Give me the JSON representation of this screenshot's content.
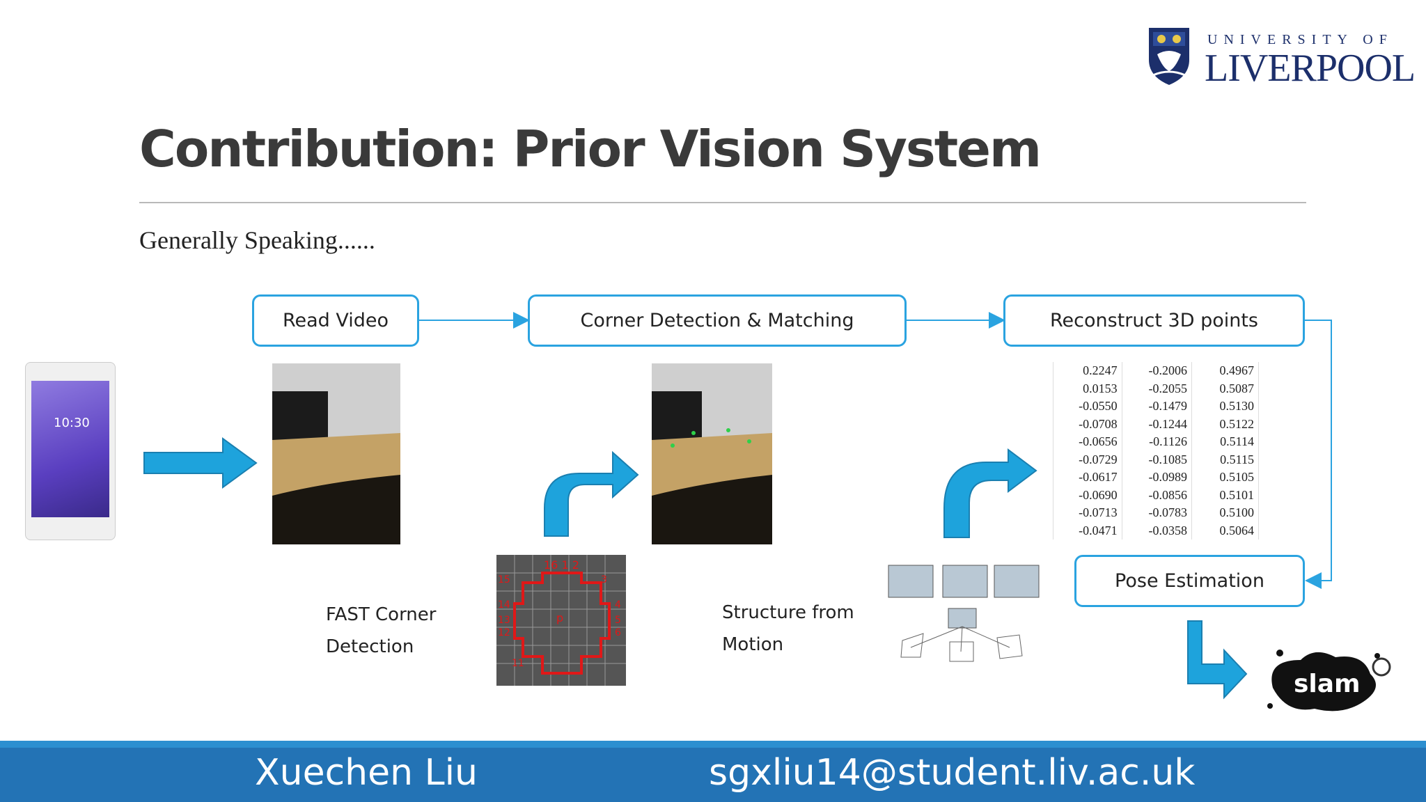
{
  "logo": {
    "top_text": "UNIVERSITY OF",
    "main_text": "LIVERPOOL"
  },
  "title": "Contribution: Prior Vision System",
  "subtitle": "Generally Speaking......",
  "steps": {
    "read_video": "Read Video",
    "corner_detection": "Corner Detection & Matching",
    "reconstruct": "Reconstruct 3D points",
    "pose": "Pose Estimation"
  },
  "captions": {
    "fast_line1": "FAST Corner",
    "fast_line2": "Detection",
    "sfm_line1": "Structure from",
    "sfm_line2": "Motion"
  },
  "phone": {
    "time": "10:30"
  },
  "fast_grid": {
    "top_numbers": "16 1 2",
    "left_numbers": [
      "15",
      "14",
      "13",
      "12",
      "11"
    ],
    "right_numbers": [
      "3",
      "4",
      "5",
      "6"
    ],
    "center": "p"
  },
  "points_table": [
    [
      "0.2247",
      "-0.2006",
      "0.4967"
    ],
    [
      "0.0153",
      "-0.2055",
      "0.5087"
    ],
    [
      "-0.0550",
      "-0.1479",
      "0.5130"
    ],
    [
      "-0.0708",
      "-0.1244",
      "0.5122"
    ],
    [
      "-0.0656",
      "-0.1126",
      "0.5114"
    ],
    [
      "-0.0729",
      "-0.1085",
      "0.5115"
    ],
    [
      "-0.0617",
      "-0.0989",
      "0.5105"
    ],
    [
      "-0.0690",
      "-0.0856",
      "0.5101"
    ],
    [
      "-0.0713",
      "-0.0783",
      "0.5100"
    ],
    [
      "-0.0471",
      "-0.0358",
      "0.5064"
    ]
  ],
  "slam_logo": "slam",
  "footer": {
    "name": "Xuechen Liu",
    "email": "sgxliu14@student.liv.ac.uk"
  },
  "colors": {
    "accent": "#2aa3e0",
    "footer": "#2373b5",
    "logo": "#1c2f6b"
  }
}
